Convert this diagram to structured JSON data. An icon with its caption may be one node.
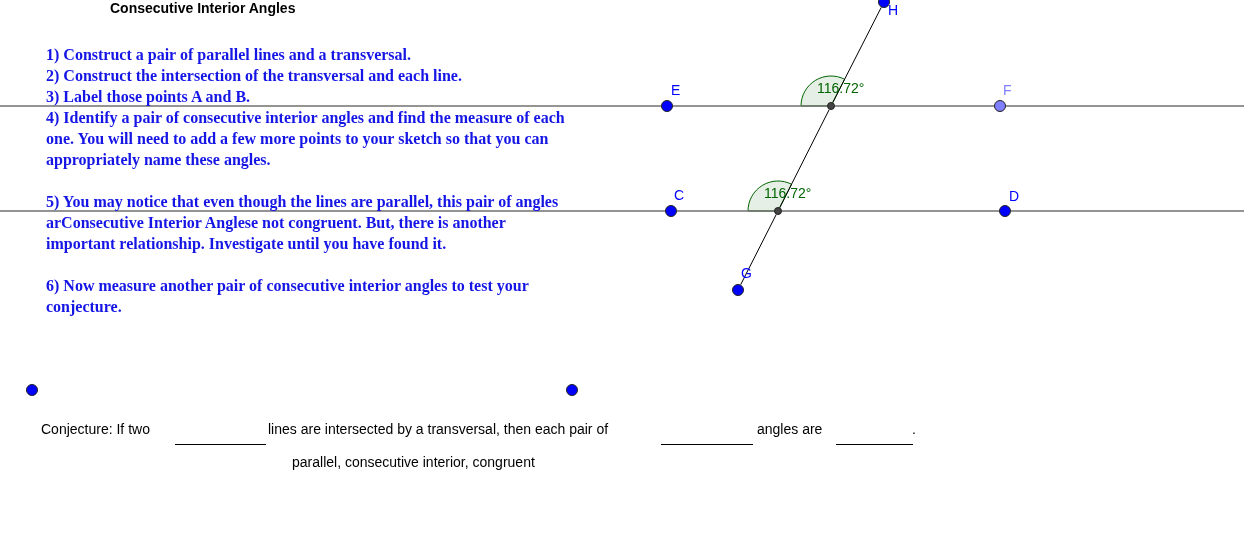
{
  "diagram": {
    "title": "Consecutive Interior Angles",
    "nodes": [
      {
        "text": [],
        "shape": "circle",
        "beside": [
          "H"
        ]
      },
      {
        "text": [],
        "shape": "circle",
        "beside": [
          "E"
        ]
      },
      {
        "text": [],
        "shape": "circle"
      },
      {
        "text": [],
        "shape": "circle",
        "beside": [
          "F"
        ]
      },
      {
        "text": [],
        "shape": "circle",
        "beside": [
          "C"
        ]
      },
      {
        "text": [],
        "shape": "circle"
      },
      {
        "text": [],
        "shape": "circle",
        "beside": [
          "D"
        ]
      },
      {
        "text": [],
        "shape": "circle",
        "beside": [
          "G"
        ]
      },
      {
        "text": [],
        "shape": "circle"
      },
      {
        "text": [],
        "shape": "circle"
      }
    ],
    "edges": [
      {
        "from": 1,
        "to": 2,
        "arrow": "none"
      },
      {
        "from": 2,
        "to": 3,
        "arrow": "none"
      },
      {
        "from": 4,
        "to": 5,
        "arrow": "none"
      },
      {
        "from": 5,
        "to": 6,
        "arrow": "none"
      },
      {
        "from": 7,
        "to": 5,
        "arrow": "none",
        "color": "#000000"
      },
      {
        "from": 5,
        "to": 2,
        "arrow": "none",
        "color": "#000000"
      },
      {
        "from": 2,
        "to": 0,
        "arrow": "none",
        "color": "#000000"
      }
    ],
    "labels": [
      "1) Construct a pair of parallel lines and a transversal.",
      "2) Construct the intersection of the transversal and each line.",
      "3) Label those points A and B.",
      "4) Identify a pair of consecutive interior angles and find the measure of each one.  You will need to add a few more points to your sketch so that you can appropriately name these angles.",
      "5) You may notice that even though the lines are parallel, this pair of angles arConsecutive Interior Anglese not congruent.  But, there is another important relationship.  Investigate until you have found it.",
      "6) Now measure another pair of consecutive interior angles to test your conjecture.",
      "116.72°",
      "116.72°",
      "Conjecture:  If two",
      "lines are intersected by a transversal, then each pair of",
      "angles are",
      ".",
      "parallel, consecutive interior, congruent"
    ]
  }
}
